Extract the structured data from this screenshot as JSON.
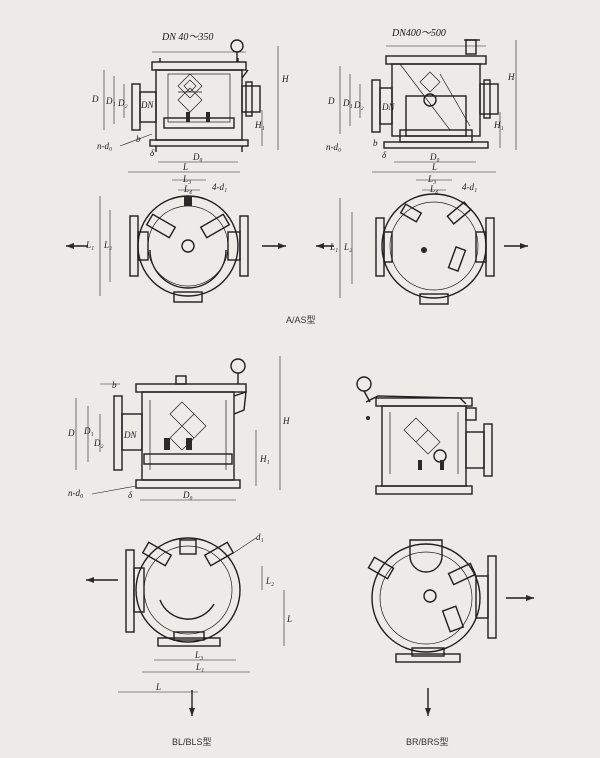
{
  "captions": {
    "a_as": "A/AS型",
    "bl_bls": "BL/BLS型",
    "br_brs": "BR/BRS型"
  },
  "titles": {
    "dn_small": "DN 40～350",
    "dn_large": "DN400～500"
  },
  "labels": {
    "D": "D",
    "D1": "D₁",
    "D2": "D₂",
    "DN": "DN",
    "H": "H",
    "H1": "H₁",
    "b": "b",
    "delta": "δ",
    "D0": "D₀",
    "nd0": "n-d₀",
    "L": "L",
    "L1": "L₁",
    "L2": "L₂",
    "L3": "L₃",
    "L4": "L₄",
    "4d1": "4-d₁",
    "d1": "d₁"
  }
}
